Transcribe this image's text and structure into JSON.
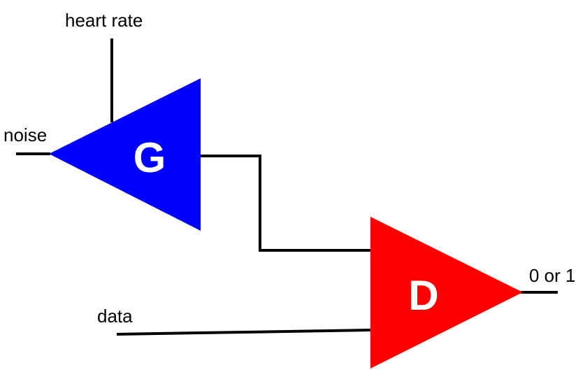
{
  "labels": {
    "heart_rate": "heart rate",
    "noise": "noise",
    "data": "data",
    "output": "0 or 1"
  },
  "blocks": {
    "generator": {
      "letter": "G",
      "color": "#0000ff"
    },
    "discriminator": {
      "letter": "D",
      "color": "#ff0000"
    }
  }
}
